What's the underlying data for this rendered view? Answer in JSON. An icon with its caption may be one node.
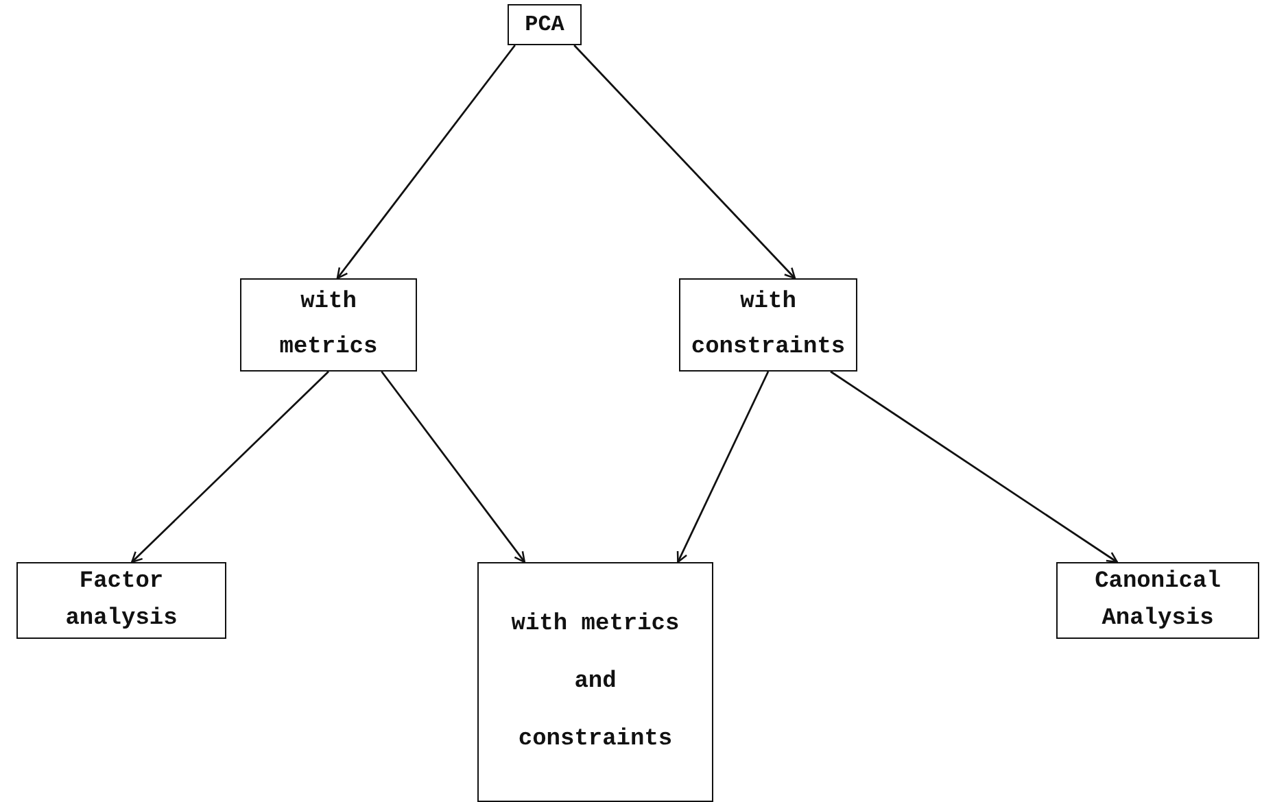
{
  "diagram": {
    "nodes": [
      {
        "text": [
          "PCA"
        ]
      },
      {
        "text": [
          "with metrics"
        ]
      },
      {
        "text": [
          "with constraints"
        ]
      },
      {
        "text": [
          "Factor analysis"
        ]
      },
      {
        "text": [
          "with metrics and constraints"
        ]
      },
      {
        "text": [
          "Canonical Analysis"
        ]
      }
    ],
    "edges": [
      {
        "from": 0,
        "to": 1,
        "arrow": "to"
      },
      {
        "from": 0,
        "to": 2,
        "arrow": "to"
      },
      {
        "from": 1,
        "to": 3,
        "arrow": "to"
      },
      {
        "from": 1,
        "to": 4,
        "arrow": "to"
      },
      {
        "from": 2,
        "to": 4,
        "arrow": "to"
      },
      {
        "from": 2,
        "to": 5,
        "arrow": "to"
      }
    ]
  }
}
